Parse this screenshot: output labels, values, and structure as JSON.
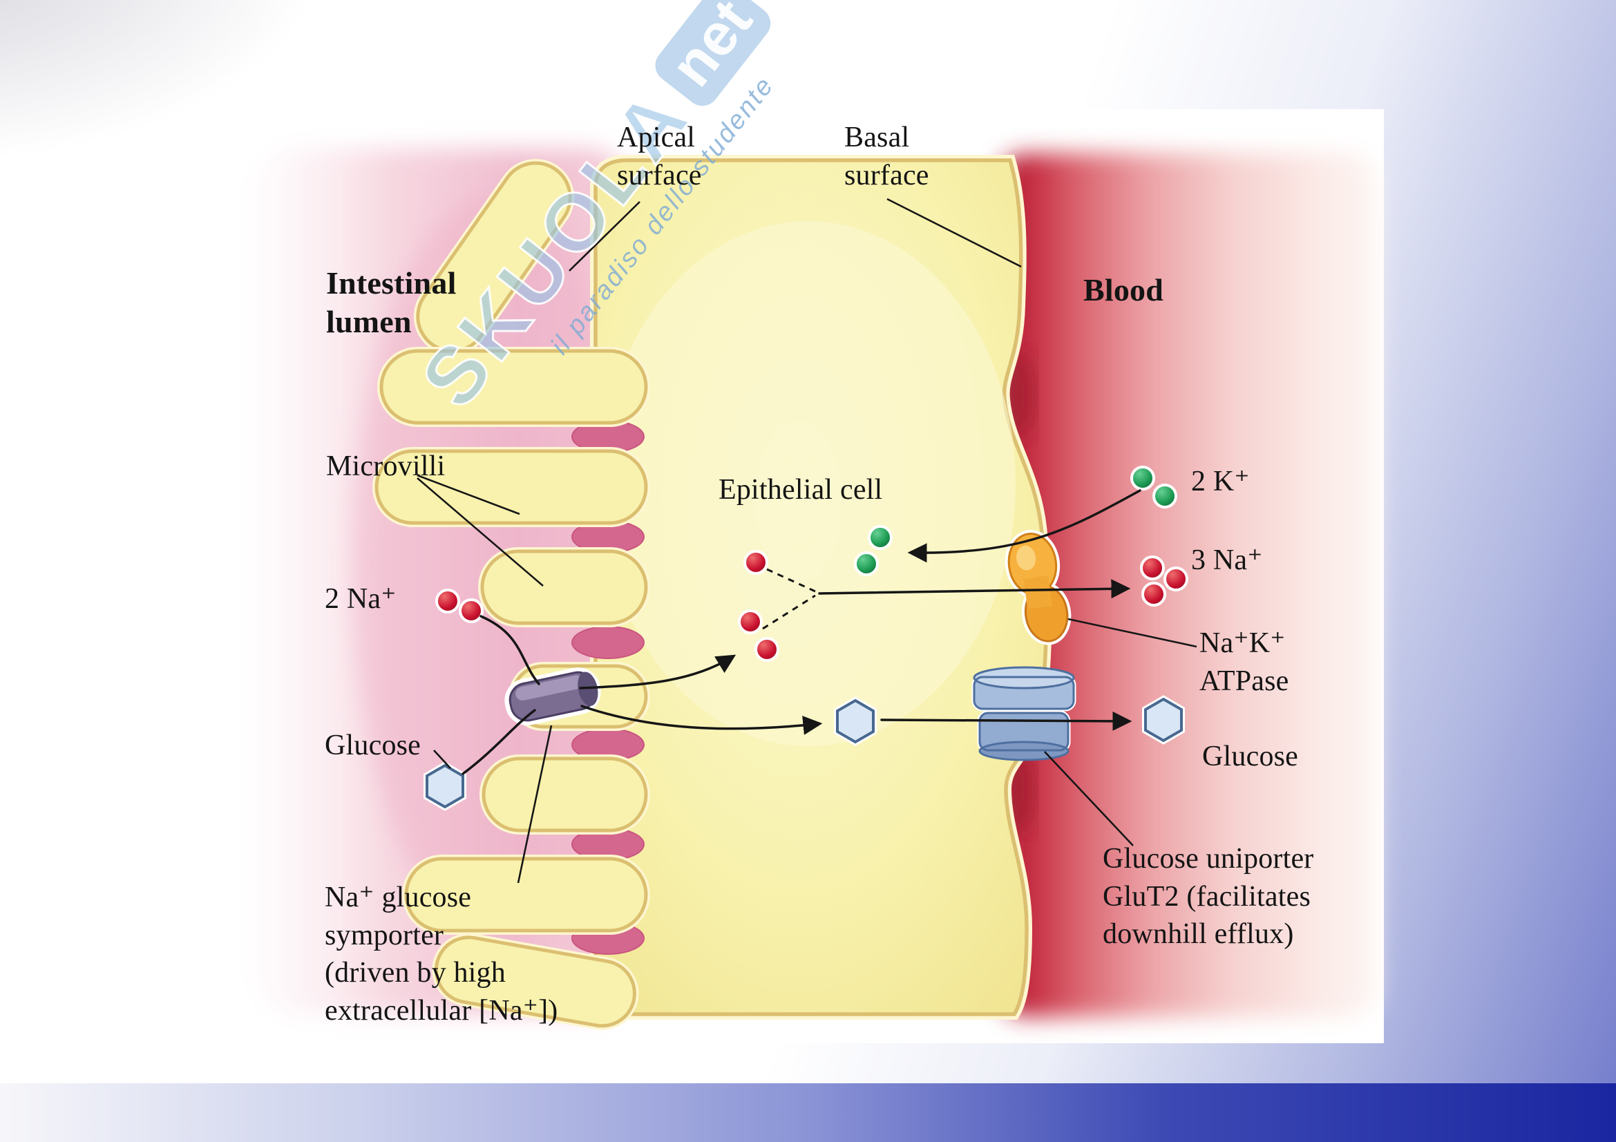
{
  "watermark": {
    "brand": "SKUOLA",
    "suffix": "net",
    "tagline": "il paradiso dello studente"
  },
  "labels": {
    "apical_surface": "Apical\nsurface",
    "basal_surface": "Basal\nsurface",
    "intestinal_lumen": "Intestinal\nlumen",
    "blood": "Blood",
    "microvilli": "Microvilli",
    "epithelial_cell": "Epithelial cell",
    "na_lumen": "2 Na⁺",
    "glucose_lumen": "Glucose",
    "symporter": "Na⁺ glucose\nsymporter\n(driven by high\nextracellular [Na⁺])",
    "k_blood": "2 K⁺",
    "na_blood": "3 Na⁺",
    "atpase": "Na⁺K⁺\nATPase",
    "glucose_blood": "Glucose",
    "uniporter": "Glucose uniporter\nGluT2 (facilitates\ndownhill efflux)"
  },
  "colors": {
    "sodium_ion": "#c8102e",
    "potassium_ion": "#1f9d55",
    "glucose_molecule": "#d9e6f5",
    "cell_interior": "#f8f2ae",
    "membrane_line": "#dbbf70",
    "intestinal_lumen_pink": "#f0bccd",
    "blood_red": "#c4293f",
    "symporter_purple": "#7b6c92",
    "atpase_orange": "#f0a23a",
    "uniporter_blue": "#9fb6d8",
    "slide_bar_blue": "#1a26a0",
    "watermark_blue": "#97c1e5"
  }
}
